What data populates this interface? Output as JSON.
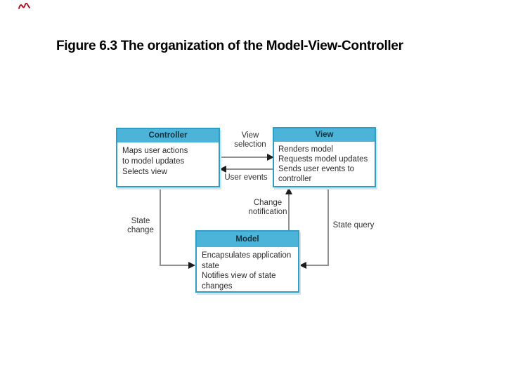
{
  "page": {
    "title": "Figure 6.3 The organization of the Model-View-Controller"
  },
  "colors": {
    "box_border": "#2f9dc6",
    "box_header_fill": "#4cb4d8",
    "box_header_text": "#14323e",
    "box_body_text": "#2b2b2b",
    "connector_line": "#909090",
    "arrowhead": "#1d1d1d",
    "label_text": "#333333",
    "box_shadow": "#cfe4ee",
    "corner_mark": "#b00010"
  },
  "diagram": {
    "nodes": [
      {
        "id": "controller",
        "title": "Controller",
        "body_lines": [
          "Maps user actions",
          "to model updates",
          "Selects view"
        ]
      },
      {
        "id": "view",
        "title": "View",
        "body_lines": [
          "Renders model",
          "Requests model updates",
          "Sends user events to",
          "controller"
        ]
      },
      {
        "id": "model",
        "title": "Model",
        "body_lines": [
          "Encapsulates application",
          "state",
          "Notifies view of state",
          "changes"
        ]
      }
    ],
    "edges": [
      {
        "id": "view-selection",
        "label_lines": [
          "View",
          "selection"
        ]
      },
      {
        "id": "user-events",
        "label_lines": [
          "User events"
        ]
      },
      {
        "id": "state-change",
        "label_lines": [
          "State",
          "change"
        ]
      },
      {
        "id": "change-notification",
        "label_lines": [
          "Change",
          "notification"
        ]
      },
      {
        "id": "state-query",
        "label_lines": [
          "State query"
        ]
      }
    ]
  }
}
